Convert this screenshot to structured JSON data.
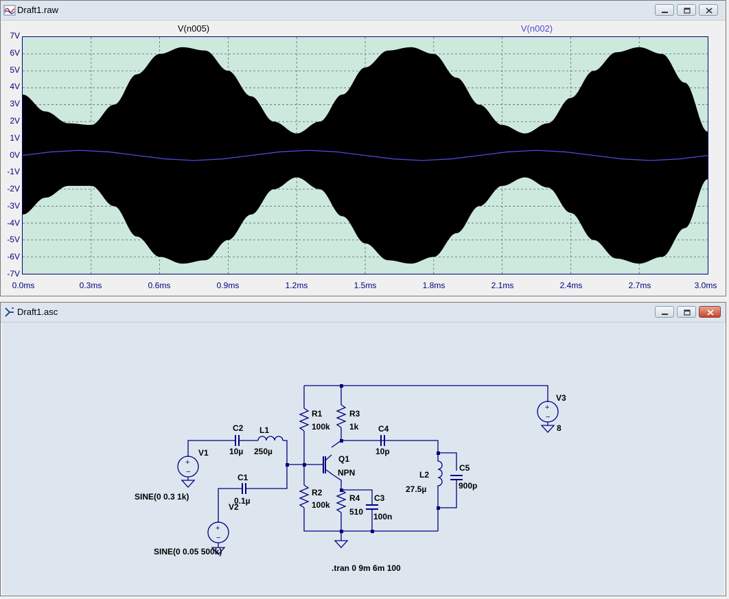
{
  "plot_window": {
    "title": "Draft1.raw",
    "trace_labels": [
      {
        "name": "V(n005)",
        "color": "#000000"
      },
      {
        "name": "V(n002)",
        "color": "#4a4ad9"
      }
    ],
    "y_ticks": [
      "7V",
      "6V",
      "5V",
      "4V",
      "3V",
      "2V",
      "1V",
      "0V",
      "-1V",
      "-2V",
      "-3V",
      "-4V",
      "-5V",
      "-6V",
      "-7V"
    ],
    "x_ticks": [
      "0.0ms",
      "0.3ms",
      "0.6ms",
      "0.9ms",
      "1.2ms",
      "1.5ms",
      "1.8ms",
      "2.1ms",
      "2.4ms",
      "2.7ms",
      "3.0ms"
    ],
    "plot_bg": "#cde9dd",
    "axis_color": "#00007f"
  },
  "chart_data": {
    "type": "line",
    "title": "",
    "xlabel": "",
    "ylabel": "",
    "xlim": [
      0,
      3.0
    ],
    "ylim": [
      -7,
      7
    ],
    "x_unit": "ms",
    "y_unit": "V",
    "grid": true,
    "series": [
      {
        "name": "V(n005)",
        "style": "dense AM carrier envelope (filled)",
        "color": "#000000",
        "envelope_upper": {
          "x": [
            0.0,
            0.1,
            0.2,
            0.3,
            0.4,
            0.5,
            0.6,
            0.7,
            0.8,
            0.9,
            1.0,
            1.1,
            1.2,
            1.3,
            1.4,
            1.5,
            1.6,
            1.7,
            1.8,
            1.9,
            2.0,
            2.1,
            2.2,
            2.3,
            2.4,
            2.5,
            2.6,
            2.7,
            2.8,
            2.9,
            3.0
          ],
          "y": [
            3.6,
            2.6,
            1.9,
            1.8,
            3.0,
            4.8,
            6.0,
            6.4,
            6.2,
            5.0,
            3.5,
            2.0,
            1.3,
            2.0,
            3.6,
            5.2,
            6.2,
            6.4,
            6.0,
            4.6,
            3.0,
            1.8,
            1.3,
            1.9,
            3.4,
            5.0,
            6.1,
            6.4,
            6.0,
            4.3,
            1.4
          ]
        },
        "envelope_lower": {
          "x": [
            0.0,
            0.1,
            0.2,
            0.3,
            0.4,
            0.5,
            0.6,
            0.7,
            0.8,
            0.9,
            1.0,
            1.1,
            1.2,
            1.3,
            1.4,
            1.5,
            1.6,
            1.7,
            1.8,
            1.9,
            2.0,
            2.1,
            2.2,
            2.3,
            2.4,
            2.5,
            2.6,
            2.7,
            2.8,
            2.9,
            3.0
          ],
          "y": [
            -3.5,
            -2.5,
            -1.8,
            -1.8,
            -3.0,
            -4.8,
            -6.0,
            -6.4,
            -6.2,
            -5.0,
            -3.5,
            -2.0,
            -1.3,
            -2.0,
            -3.6,
            -5.2,
            -6.2,
            -6.4,
            -6.0,
            -4.6,
            -3.0,
            -1.8,
            -1.3,
            -1.9,
            -3.4,
            -5.0,
            -6.1,
            -6.4,
            -6.0,
            -4.3,
            -1.4
          ]
        }
      },
      {
        "name": "V(n002)",
        "style": "line",
        "color": "#4a4ad9",
        "x": [
          0.0,
          0.125,
          0.25,
          0.375,
          0.5,
          0.625,
          0.75,
          0.875,
          1.0,
          1.125,
          1.25,
          1.375,
          1.5,
          1.625,
          1.75,
          1.875,
          2.0,
          2.125,
          2.25,
          2.375,
          2.5,
          2.625,
          2.75,
          2.875,
          3.0
        ],
        "y": [
          0.0,
          0.21,
          0.3,
          0.21,
          0.0,
          -0.21,
          -0.3,
          -0.21,
          0.0,
          0.21,
          0.3,
          0.21,
          0.0,
          -0.21,
          -0.3,
          -0.21,
          0.0,
          0.21,
          0.3,
          0.21,
          0.0,
          -0.21,
          -0.3,
          -0.21,
          0.0
        ]
      }
    ]
  },
  "schematic_window": {
    "title": "Draft1.asc",
    "canvas_bg": "#dde6ef",
    "wire_color": "#00007f",
    "components": {
      "R1": {
        "name": "R1",
        "value": "100k"
      },
      "R2": {
        "name": "R2",
        "value": "100k"
      },
      "R3": {
        "name": "R3",
        "value": "1k"
      },
      "R4": {
        "name": "R4",
        "value": "510"
      },
      "C1": {
        "name": "C1",
        "value": "0.1µ"
      },
      "C2": {
        "name": "C2",
        "value": "10µ"
      },
      "C3": {
        "name": "C3",
        "value": "100n"
      },
      "C4": {
        "name": "C4",
        "value": "10p"
      },
      "C5": {
        "name": "C5",
        "value": "900p"
      },
      "L1": {
        "name": "L1",
        "value": "250µ"
      },
      "L2": {
        "name": "L2",
        "value": "27.5µ"
      },
      "Q1": {
        "name": "Q1",
        "value": "NPN"
      },
      "V1": {
        "name": "V1",
        "value": "SINE(0 0.3 1k)"
      },
      "V2": {
        "name": "V2",
        "value": "SINE(0 0.05 500k)"
      },
      "V3": {
        "name": "V3",
        "value": "8"
      }
    },
    "directive": ".tran 0 9m 6m 100"
  }
}
